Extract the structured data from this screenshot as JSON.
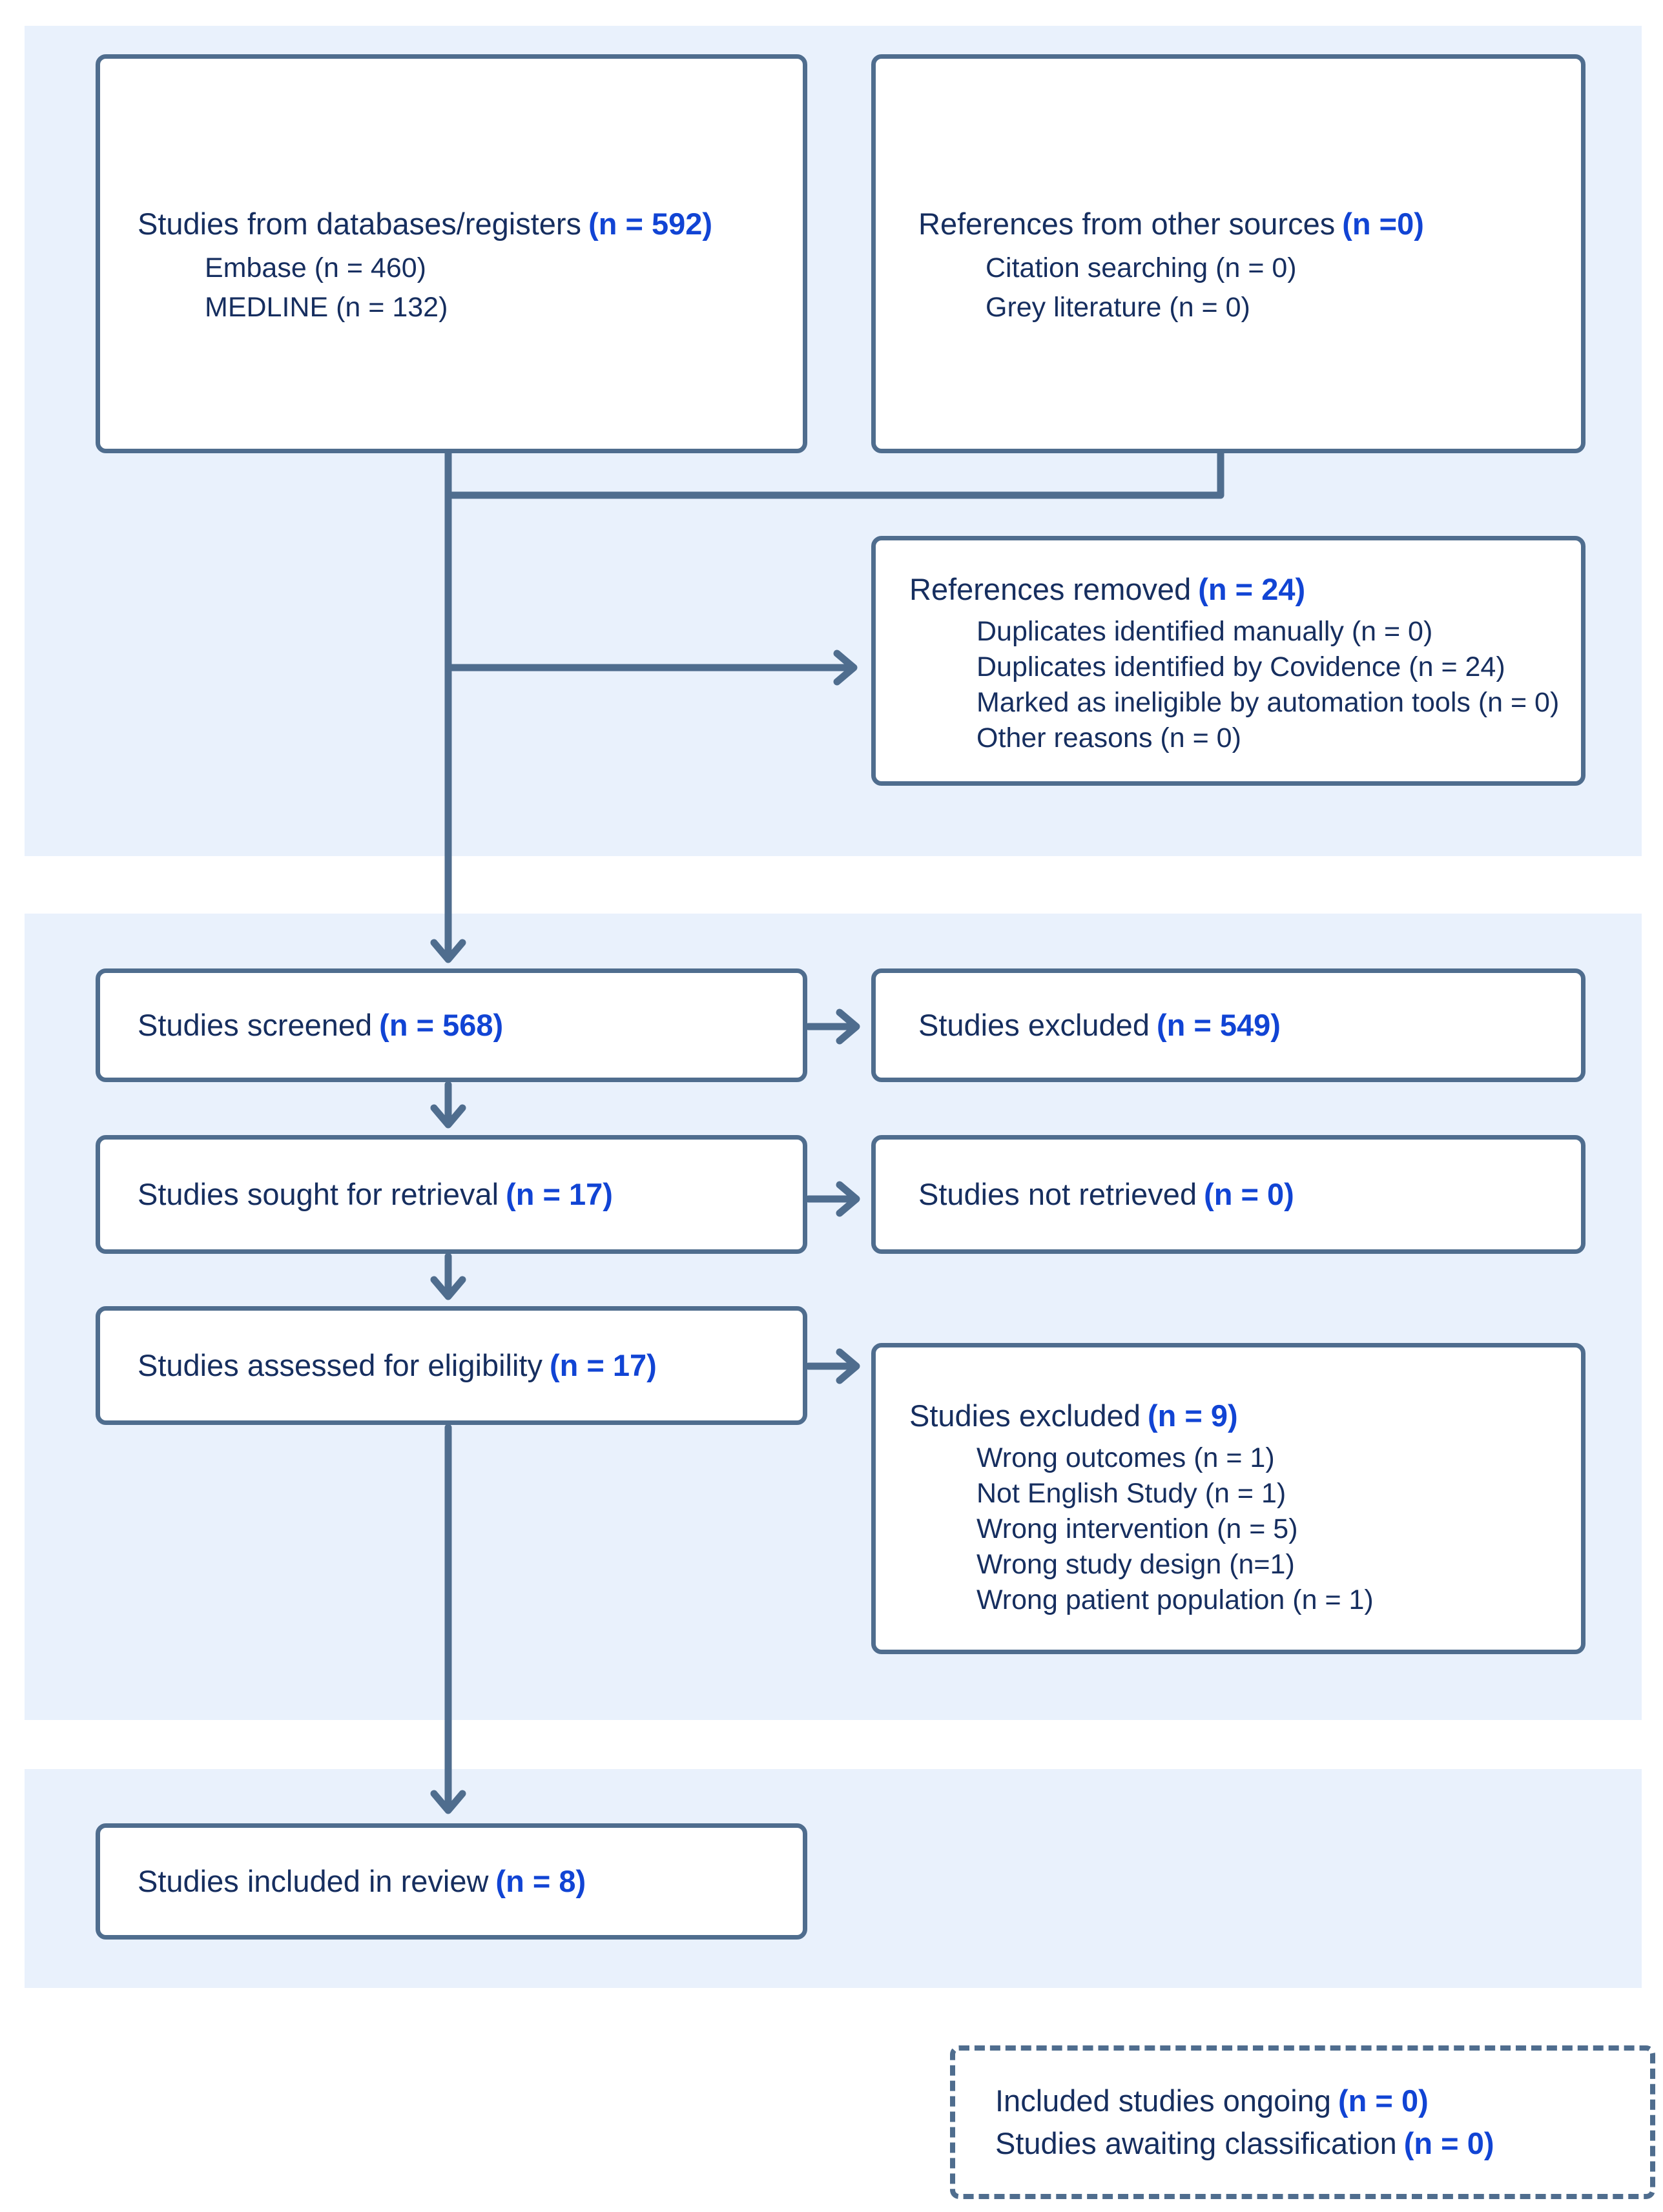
{
  "palette": {
    "band_background": "#e9f1fc",
    "box_border_and_lines": "#4f6d8e",
    "text_navy": "#162e5f",
    "count_blue": "#1144d4",
    "box_background": "#ffffff"
  },
  "boxes": {
    "databases": {
      "title": "Studies from databases/registers",
      "count": "(n = 592)",
      "items": [
        "Embase (n = 460)",
        "MEDLINE (n = 132)"
      ]
    },
    "other_sources": {
      "title": "References from other sources",
      "count": "(n =0)",
      "items": [
        "Citation searching (n = 0)",
        "Grey literature (n = 0)"
      ]
    },
    "references_removed": {
      "title": "References removed",
      "count": "(n = 24)",
      "items": [
        "Duplicates identified manually (n = 0)",
        "Duplicates identified by Covidence (n = 24)",
        "Marked as ineligible by automation tools (n = 0)",
        "Other reasons (n = 0)"
      ]
    },
    "screened": {
      "title": "Studies screened",
      "count": "(n = 568)"
    },
    "excluded_screening": {
      "title": "Studies excluded",
      "count": "(n = 549)"
    },
    "sought": {
      "title": "Studies sought for retrieval",
      "count": "(n = 17)"
    },
    "not_retrieved": {
      "title": "Studies not retrieved",
      "count": "(n = 0)"
    },
    "assessed": {
      "title": "Studies assessed for eligibility",
      "count": "(n = 17)"
    },
    "excluded_eligibility": {
      "title": "Studies excluded",
      "count": "(n = 9)",
      "items": [
        "Wrong outcomes (n = 1)",
        "Not English Study (n = 1)",
        "Wrong intervention (n = 5)",
        "Wrong study design (n=1)",
        "Wrong patient population (n = 1)"
      ]
    },
    "included": {
      "title": "Studies included in review",
      "count": "(n = 8)"
    },
    "awaiting": {
      "line1_title": "Included studies ongoing",
      "line1_count": "(n = 0)",
      "line2_title": "Studies awaiting classification",
      "line2_count": "(n = 0)"
    }
  }
}
